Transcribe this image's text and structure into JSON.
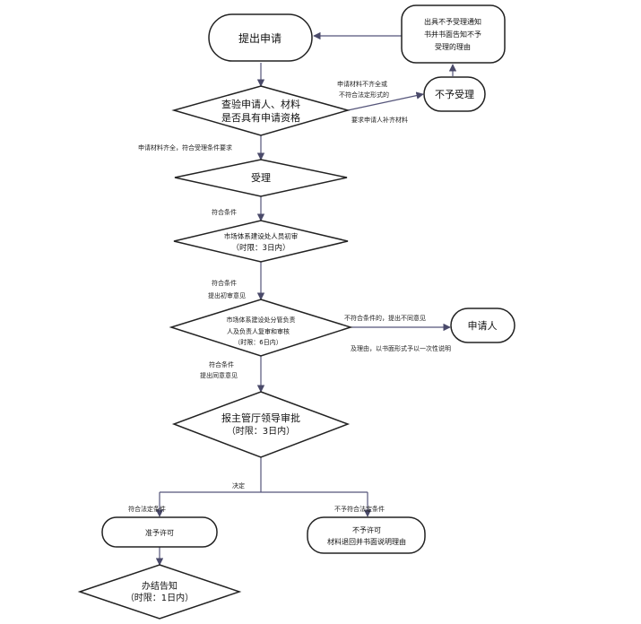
{
  "nodes": {
    "submit": "提出申请",
    "notice": [
      "出具不予受理通知",
      "书并书面告知不予",
      "受理的理由"
    ],
    "reject_accept": "不予受理",
    "check": [
      "查验申请人、材料",
      "是否具有申请资格"
    ],
    "accept": "受理",
    "review1": [
      "市场体系建设处人员初审",
      "（时限：3日内）"
    ],
    "review2": [
      "市场体系建设处分管负责",
      "人及负责人复审和审核",
      "（时限：6日内）"
    ],
    "applicant": "申请人",
    "approve": [
      "报主管厅领导审批",
      "（时限：3日内）"
    ],
    "grant": "准予许可",
    "deny": [
      "不予许可",
      "材料退回并书面说明理由"
    ],
    "close": [
      "办结告知",
      "（时限：1日内）"
    ]
  },
  "labels": {
    "incomplete": [
      "申请材料不齐全或",
      "不符合法定形式的"
    ],
    "supplement": "要求申请人补齐材料",
    "complete": "申请材料齐全，符合受理条件要求",
    "meets1": "符合条件",
    "meets2": [
      "符合条件",
      "提出初审意见"
    ],
    "not_meet": "不符合条件的，提出不同意见",
    "reason": "及理由，以书面形式予以一次性说明",
    "meets3": [
      "符合条件",
      "提出同意意见"
    ],
    "decision": "决定",
    "legal": "符合法定条件",
    "not_legal": "不予符合法定条件"
  }
}
